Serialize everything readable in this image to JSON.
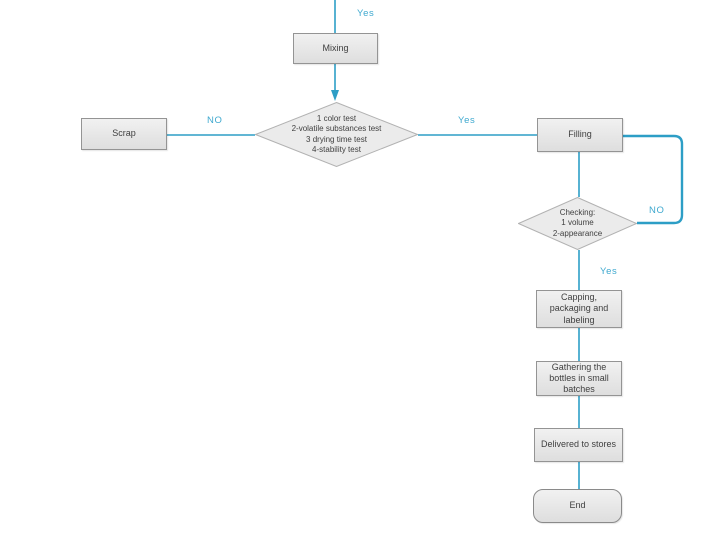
{
  "colors": {
    "background": "#ffffff",
    "connector_teal": "#2d9ec6",
    "edge_label_teal": "#3fa9cf",
    "node_fill_top": "#f1f1f1",
    "node_fill_bottom": "#dedede",
    "node_border": "#949494",
    "diamond_fill": "#ebebeb",
    "diamond_border": "#b2b2b2",
    "node_text": "#3f3f3f"
  },
  "labels": {
    "yes_top": "Yes",
    "no_left": "NO",
    "yes_right": "Yes",
    "no_loop": "NO",
    "yes_below_checking": "Yes"
  },
  "nodes": {
    "mixing": {
      "label": "Mixing"
    },
    "test_decision": {
      "lines": [
        "1 color test",
        "2-volatile substances test",
        "3 drying time test",
        "4-stability test"
      ]
    },
    "scrap": {
      "label": "Scrap"
    },
    "filling": {
      "label": "Filling"
    },
    "checking_decision": {
      "lines": [
        "Checking:",
        "1 volume",
        "2-appearance"
      ]
    },
    "capping": {
      "label": "Capping, packaging and labeling"
    },
    "gathering": {
      "label": "Gathering the bottles in small batches"
    },
    "delivered": {
      "label": "Delivered to stores"
    },
    "end": {
      "label": "End"
    }
  }
}
